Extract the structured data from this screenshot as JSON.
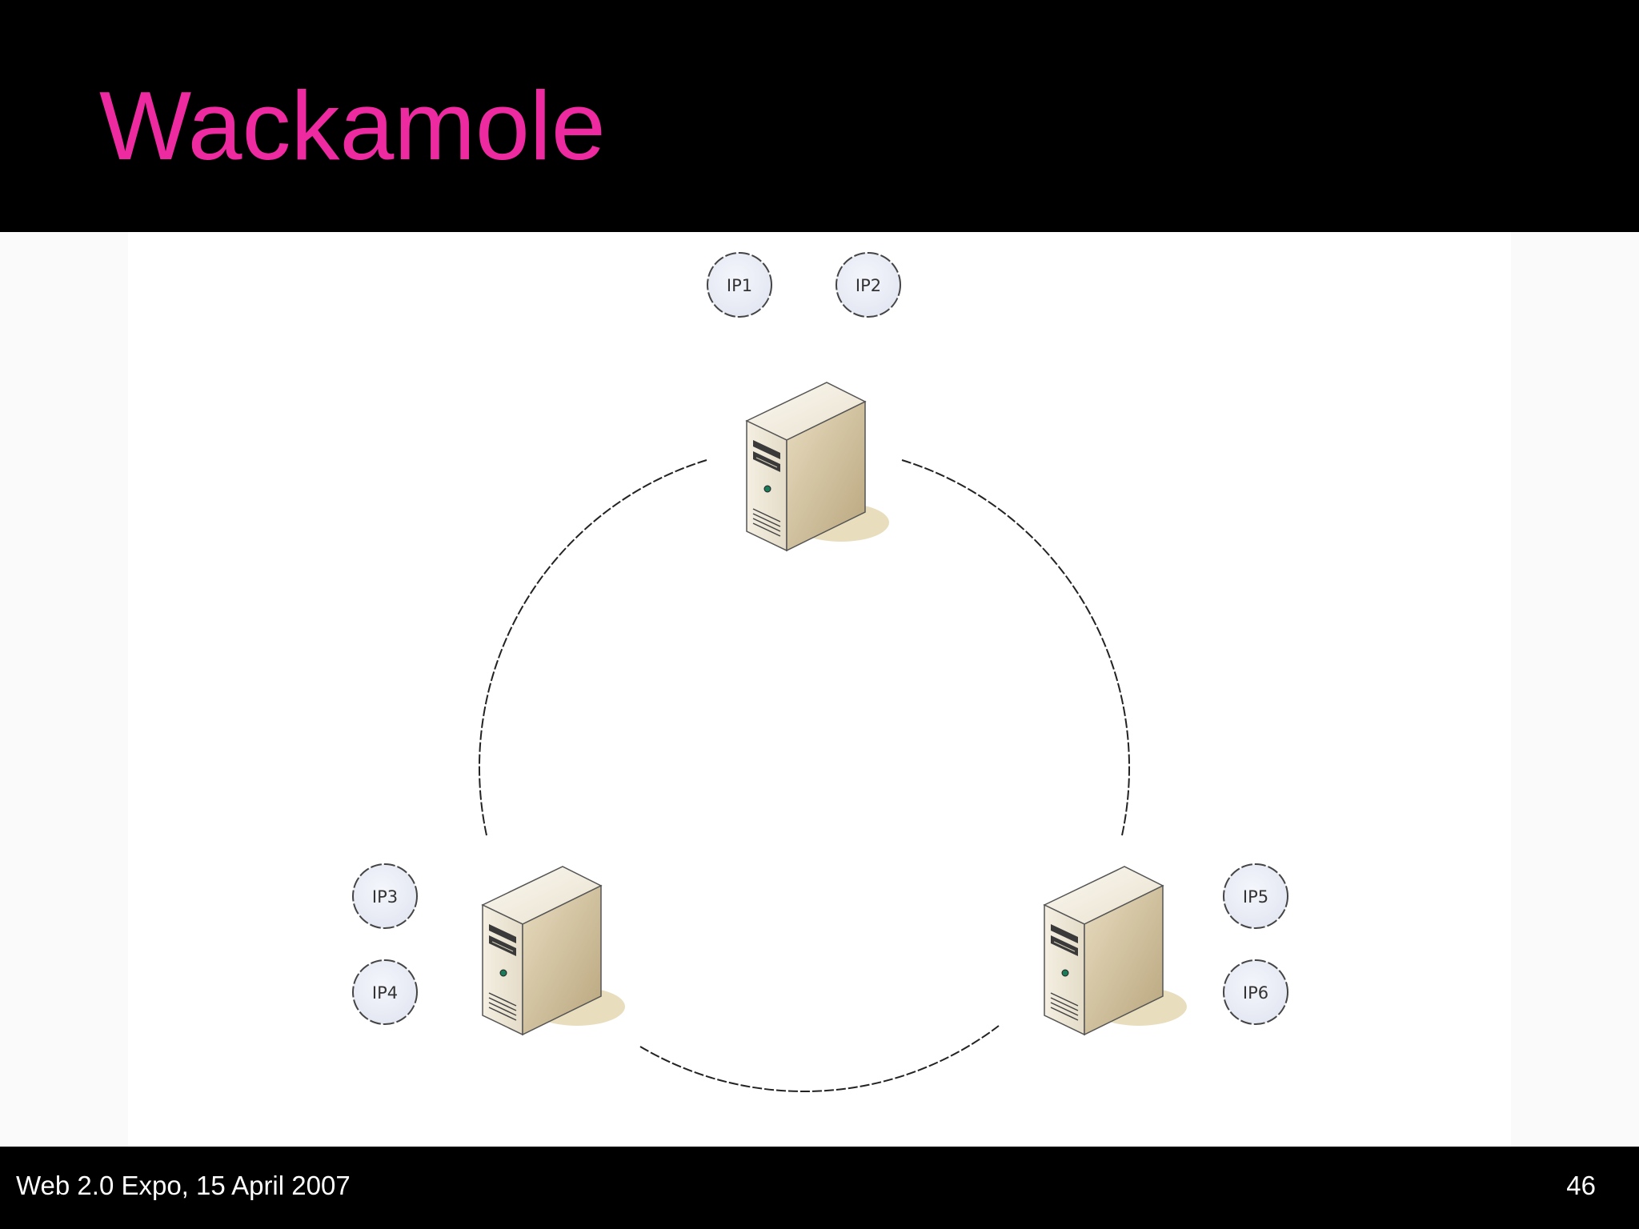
{
  "slide": {
    "title": "Wackamole",
    "footer_text": "Web 2.0 Expo, 15 April 2007",
    "page_number": "46",
    "title_color": "#ee2aa0"
  },
  "diagram": {
    "ring": "dashed-circle",
    "servers": [
      {
        "name": "server-top",
        "icon": "server-tower-icon",
        "ips": [
          "IP1",
          "IP2"
        ]
      },
      {
        "name": "server-bottom-left",
        "icon": "server-tower-icon",
        "ips": [
          "IP3",
          "IP4"
        ]
      },
      {
        "name": "server-bottom-right",
        "icon": "server-tower-icon",
        "ips": [
          "IP5",
          "IP6"
        ]
      }
    ]
  }
}
